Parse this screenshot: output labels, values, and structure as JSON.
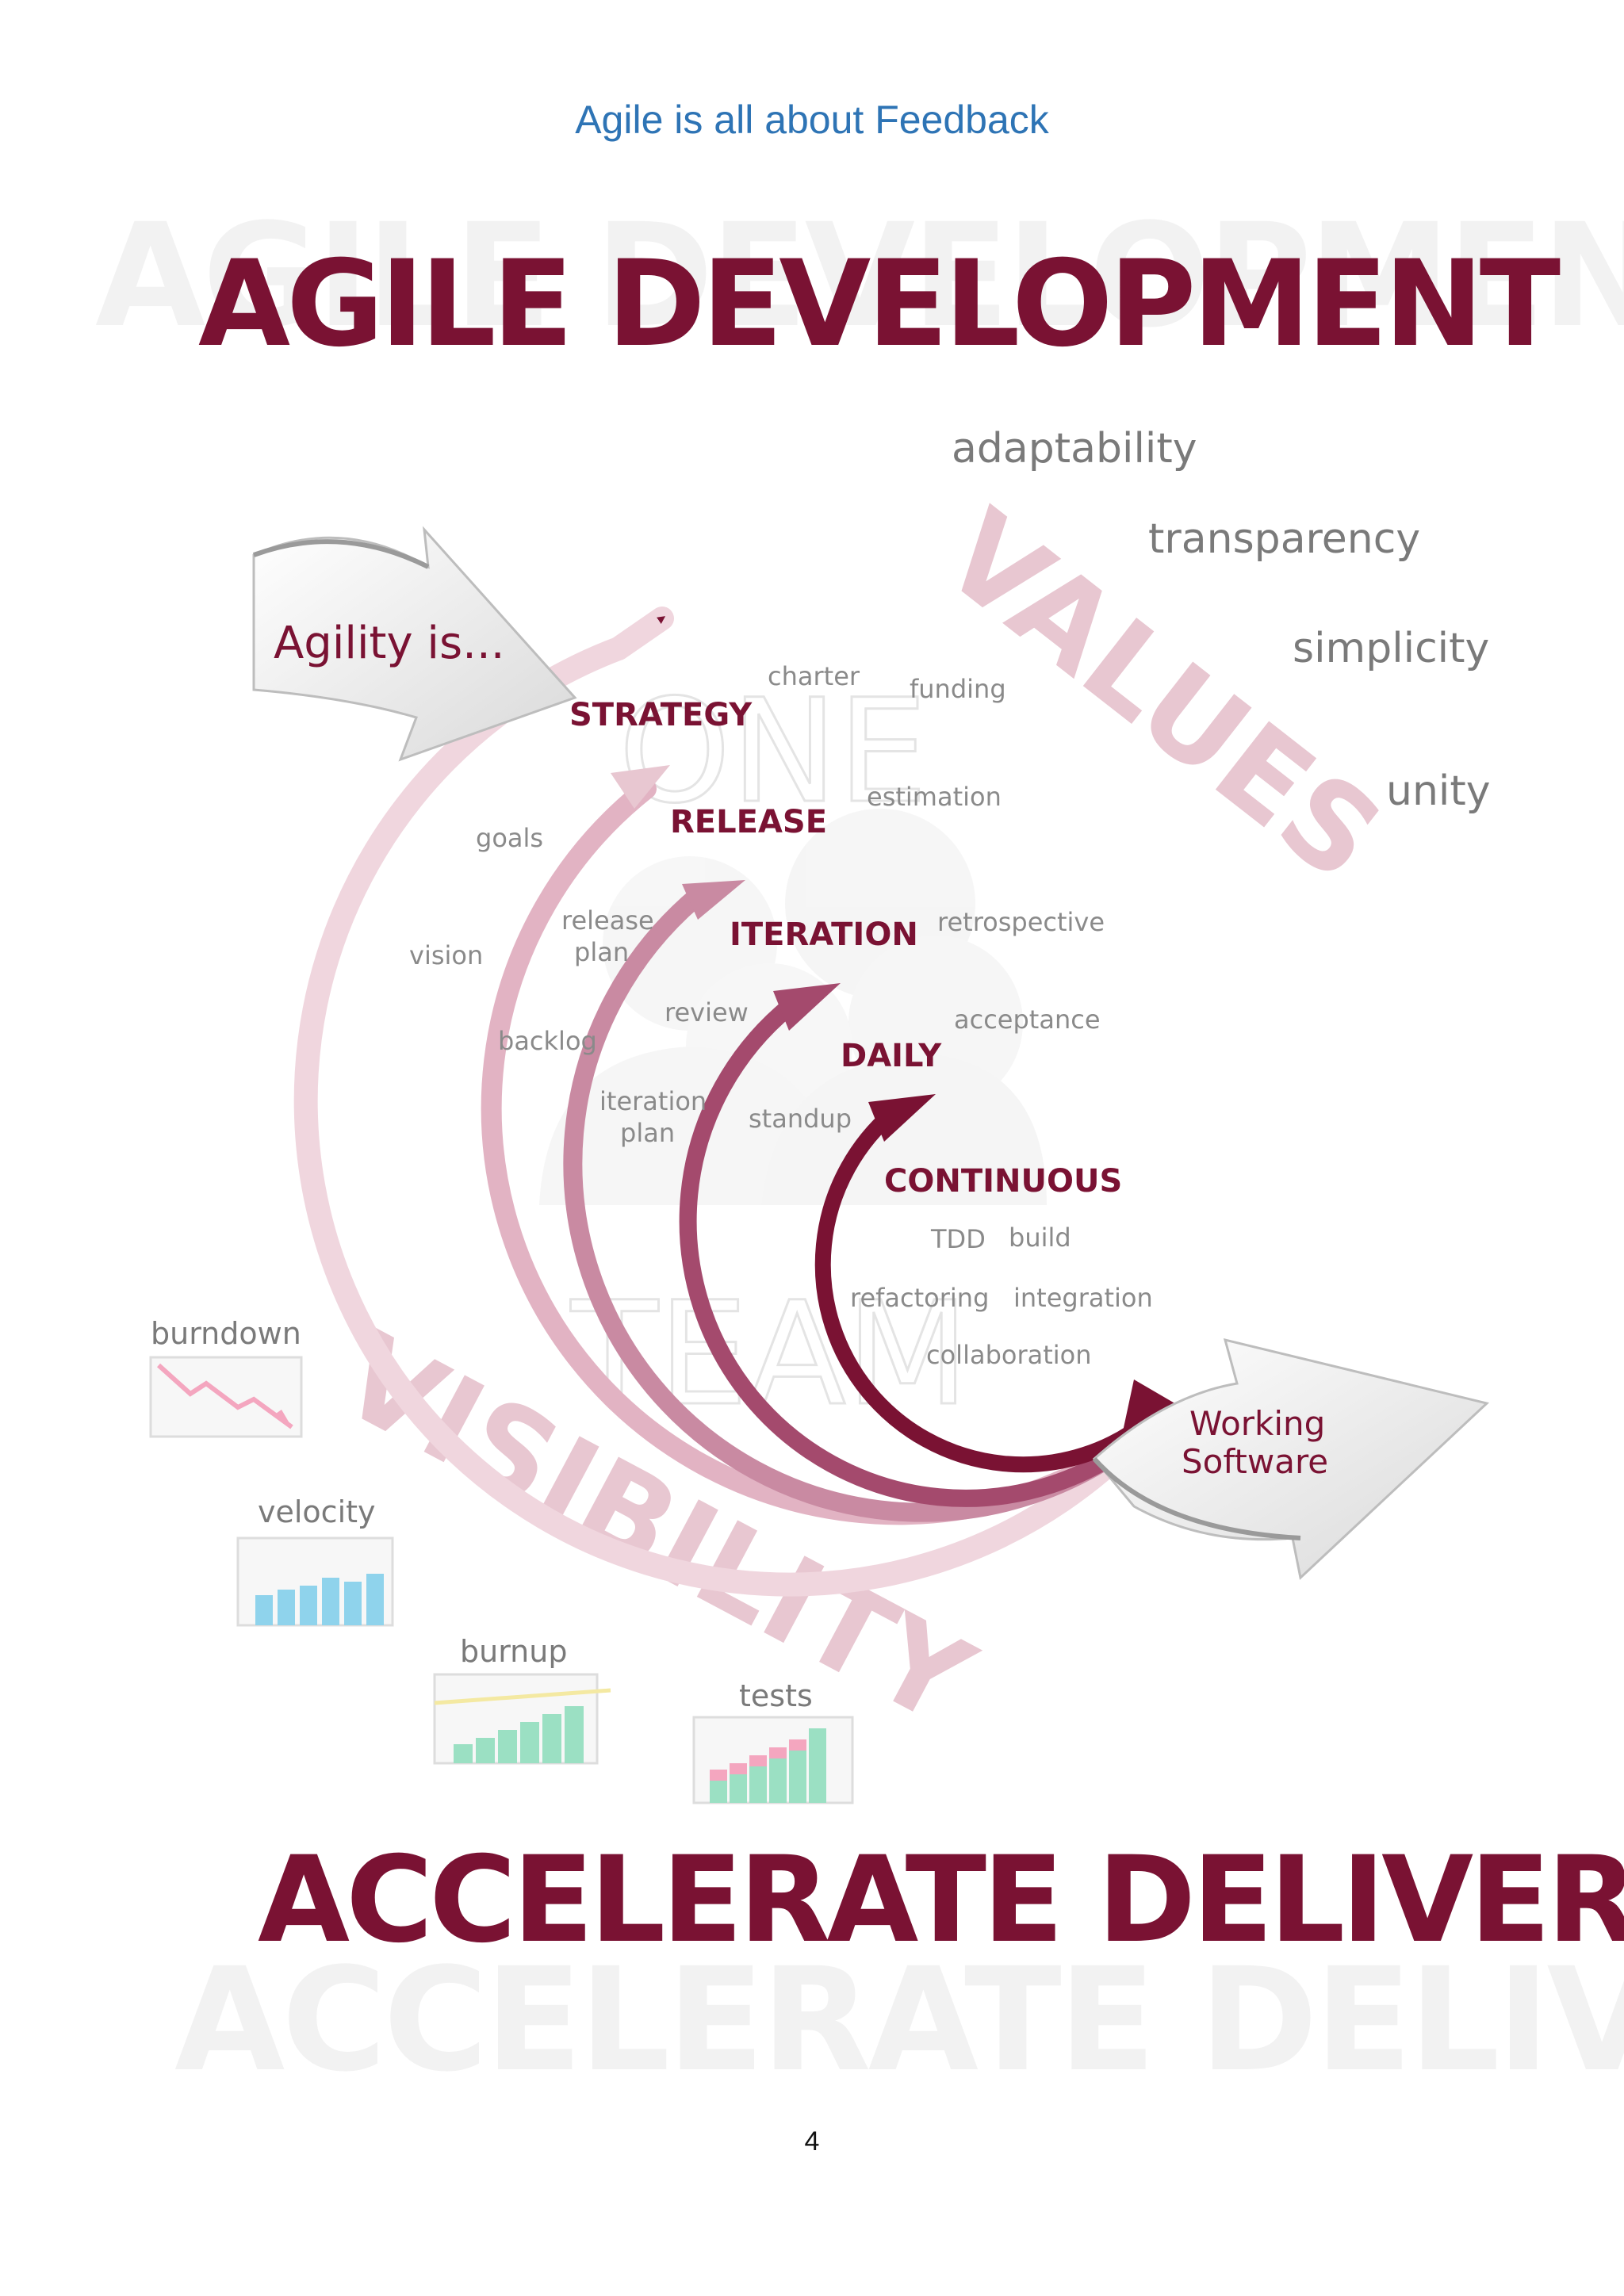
{
  "page": {
    "heading": "Agile is all about Feedback",
    "page_number": "4"
  },
  "diagram": {
    "title": "AGILE DEVELOPMENT",
    "footer": "ACCELERATE DELIVERY",
    "values_label": "VALUES",
    "visibility_label": "VISIBILITY",
    "center_watermark": [
      "ONE",
      "TEAM"
    ],
    "agility_arrow": "Agility is...",
    "working_arrow": [
      "Working",
      "Software"
    ],
    "values": [
      "adaptability",
      "transparency",
      "simplicity",
      "unity"
    ],
    "levels": [
      "STRATEGY",
      "RELEASE",
      "ITERATION",
      "DAILY",
      "CONTINUOUS"
    ],
    "activities": {
      "charter": "charter",
      "funding": "funding",
      "estimation": "estimation",
      "goals": "goals",
      "vision": "vision",
      "release_plan": [
        "release",
        "plan"
      ],
      "retrospective": "retrospective",
      "review": "review",
      "acceptance": "acceptance",
      "backlog": "backlog",
      "iteration_plan": [
        "iteration",
        "plan"
      ],
      "standup": "standup",
      "tdd": "TDD",
      "build": "build",
      "refactoring": "refactoring",
      "integration": "integration",
      "collaboration": "collaboration"
    },
    "metrics": [
      "burndown",
      "velocity",
      "burnup",
      "tests"
    ],
    "colors": {
      "dark": "#7a1233",
      "mid": "#b35a78",
      "light": "#e8c7d1",
      "chart_blue": "#8fd3ec",
      "chart_green": "#9be0c3",
      "chart_pink": "#f4a6bf"
    }
  }
}
